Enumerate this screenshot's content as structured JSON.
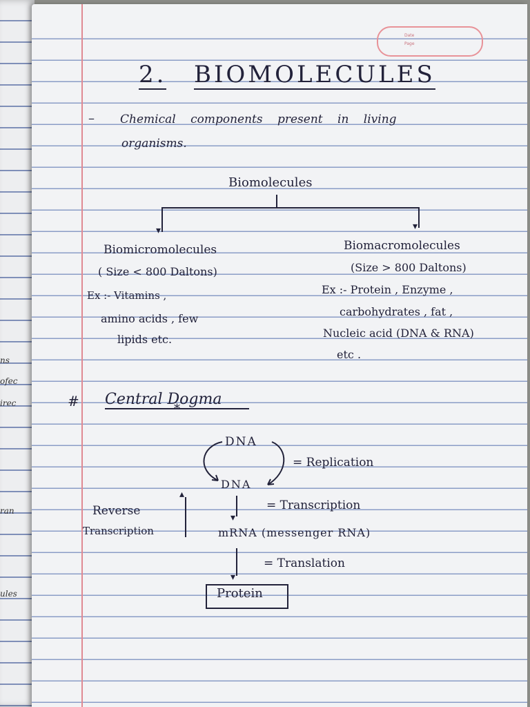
{
  "notebook": {
    "heading": {
      "number": "2.",
      "title": "BIOMOLECULES"
    },
    "definition": {
      "dash": "–",
      "line1": "Chemical components present in living",
      "line2": "organisms."
    },
    "classification": {
      "root": "Biomolecules",
      "micro": {
        "name": "Biomicromolecules",
        "size": "( Size < 800 Daltons)",
        "example_line1": "Ex :- Vitamins ,",
        "example_line2": "amino acids , few",
        "example_line3": "lipids etc."
      },
      "macro": {
        "name": "Biomacromolecules",
        "size": "(Size > 800 Daltons)",
        "example_line1": "Ex :- Protein , Enzyme ,",
        "example_line2": "carbohydrates , fat ,",
        "example_line3": "Nucleic acid (DNA & RNA)",
        "example_line4": "etc ."
      }
    },
    "central_dogma": {
      "hash": "#",
      "heading": "Central Dogma",
      "star": "*",
      "dna_top": "DNA",
      "dna_bottom": "DNA",
      "replication": "= Replication",
      "reverse_line1": "Reverse",
      "reverse_line2": "Transcription",
      "transcription": "= Transcription",
      "mrna": "mRNA (messenger RNA)",
      "translation": "= Translation",
      "protein": "Protein"
    },
    "page_ref": {
      "date_label": "Date",
      "page_label": "Page"
    },
    "left_page_fragments": [
      "ns",
      "ofec",
      "irec",
      "ran",
      "ules"
    ]
  },
  "colors": {
    "ink": "#22223a",
    "ruled_line": "#8a9cc6",
    "margin_line": "#e08a92",
    "paper": "#f2f3f5"
  }
}
